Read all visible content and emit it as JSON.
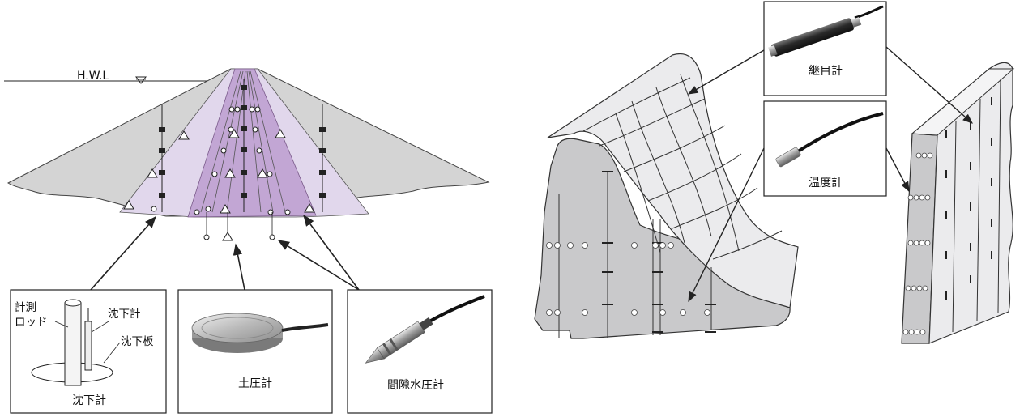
{
  "left_section": {
    "water_level_label": "H.W.L",
    "panels": {
      "settlement": {
        "rod_label_line1": "計測",
        "rod_label_line2": "ロッド",
        "gauge_label": "沈下計",
        "plate_label": "沈下板",
        "caption": "沈下計"
      },
      "earth_pressure": {
        "caption": "土圧計"
      },
      "pore_pressure": {
        "caption": "間隙水圧計"
      }
    }
  },
  "right_section": {
    "joint_meter": {
      "caption": "継目計"
    },
    "thermometer": {
      "caption": "温度計"
    }
  },
  "colors": {
    "shell": "#d4d4d4",
    "transition": "#e1d7ec",
    "core": "#c2a6d4",
    "core_outline": "#7a5a8a",
    "concrete_face": "#ebebed",
    "concrete_side": "#c9c9cb",
    "ink": "#222222"
  }
}
